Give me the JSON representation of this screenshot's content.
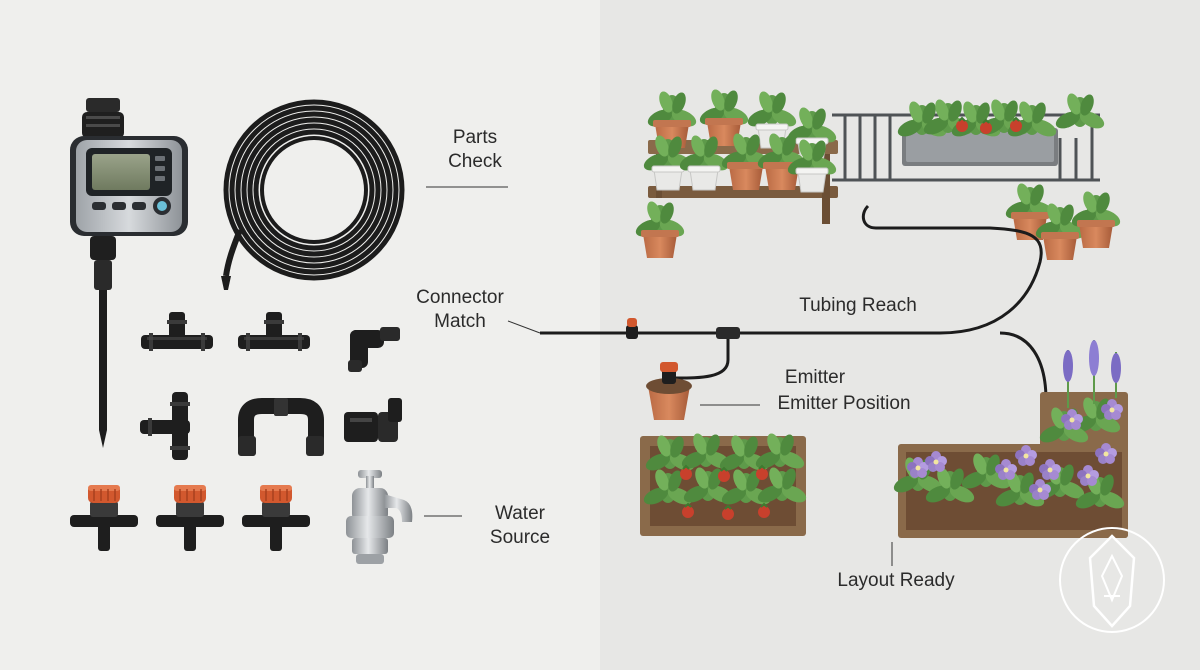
{
  "labels": {
    "parts_check": [
      "Parts",
      "Check"
    ],
    "connector_match": [
      "Connector",
      "Match"
    ],
    "water_source": [
      "Water",
      "Source"
    ],
    "tubing_reach": "Tubing Reach",
    "emitter": "Emitter",
    "emitter_position": "Emitter Position",
    "layout_ready": "Layout Ready"
  },
  "timer": {
    "display": ""
  },
  "colors": {
    "tube": "#1c1c1c",
    "emitter_red": "#d2582e",
    "soil": "#6e4d34",
    "wood": "#8a6a4a",
    "leaf": "#5e9a4a",
    "flower": "#9a82c8",
    "tomato": "#c8402c",
    "metal": "#b9bcbf"
  },
  "icons": [
    "timer-icon",
    "tubing-coil-icon",
    "tee-connector-icon",
    "elbow-connector-icon",
    "coupler-icon",
    "drip-emitter-icon",
    "faucet-icon",
    "plant-icon",
    "raised-bed-icon",
    "logo-icon"
  ]
}
